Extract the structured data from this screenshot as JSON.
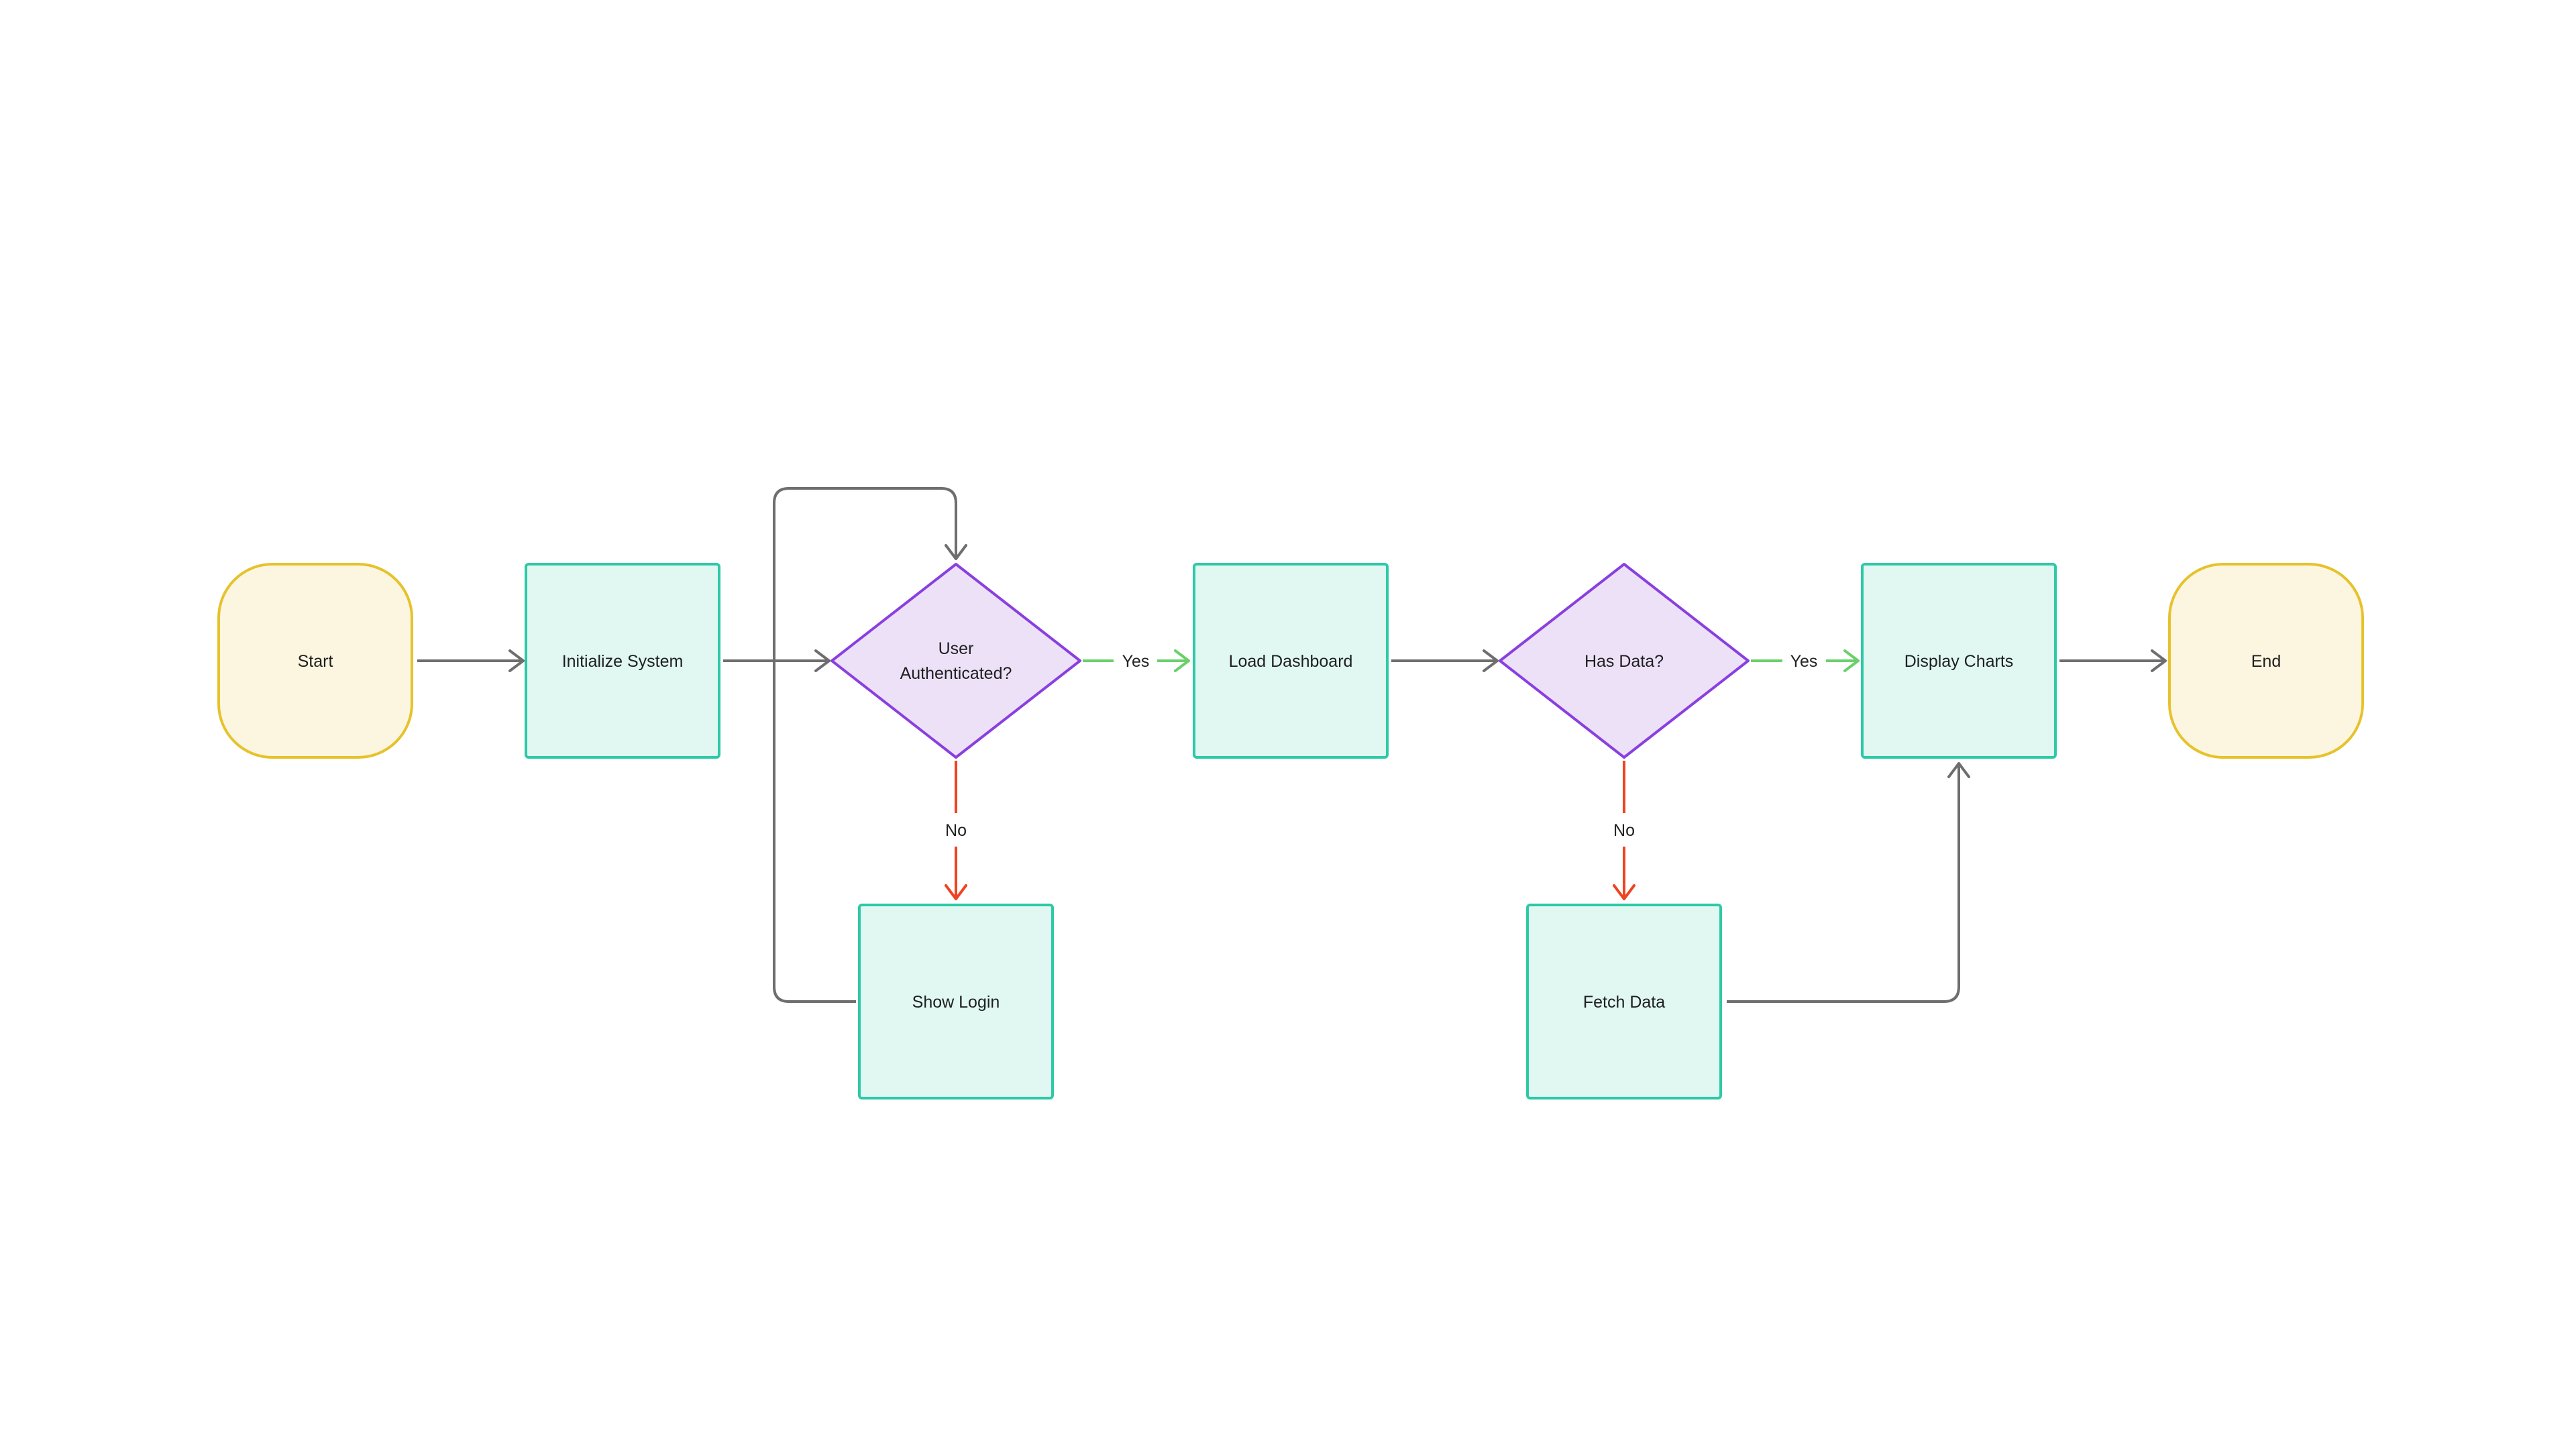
{
  "diagram": {
    "nodes": {
      "start": {
        "label": "Start"
      },
      "init": {
        "label": "Initialize System"
      },
      "auth": {
        "label_line1": "User",
        "label_line2": "Authenticated?"
      },
      "dashboard": {
        "label": "Load Dashboard"
      },
      "hasdata": {
        "label": "Has Data?"
      },
      "charts": {
        "label": "Display Charts"
      },
      "end": {
        "label": "End"
      },
      "login": {
        "label": "Show Login"
      },
      "fetch": {
        "label": "Fetch Data"
      }
    },
    "edges": {
      "auth_yes": {
        "label": "Yes"
      },
      "auth_no": {
        "label": "No"
      },
      "hasdata_yes": {
        "label": "Yes"
      },
      "hasdata_no": {
        "label": "No"
      }
    }
  },
  "colors": {
    "terminal_fill": "#fcf6e1",
    "terminal_stroke": "#e6c22b",
    "process_fill": "#e0f8f1",
    "process_stroke": "#2ec9a6",
    "decision_fill": "#ede1f8",
    "decision_stroke": "#8a3fe0",
    "neutral_edge": "#6e6e6e",
    "yes_edge": "#6ad06a",
    "no_edge": "#ee4422"
  }
}
